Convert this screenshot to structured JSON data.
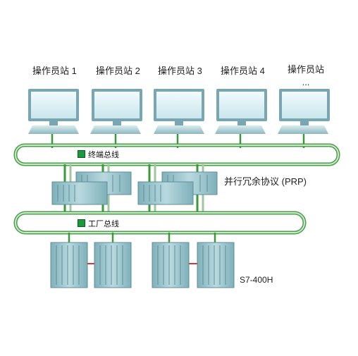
{
  "workstations": [
    {
      "label": "操作员站 1"
    },
    {
      "label": "操作员站 2"
    },
    {
      "label": "操作员站 3"
    },
    {
      "label": "操作员站 4"
    },
    {
      "label": "操作员站\n..."
    }
  ],
  "terminal_bus": {
    "label": "终端总线",
    "color": "#3a9a3a"
  },
  "plant_bus": {
    "label": "工厂总线",
    "color": "#3a9a3a"
  },
  "prp": {
    "label": "并行冗余协议 (PRP)"
  },
  "controllers": {
    "label": "S7-400H",
    "sync_link_color": "#d23a3a"
  },
  "colors": {
    "bus_green": "#4aa04a",
    "bus_light": "#cfe6cf",
    "device_teal": "#9fc7cf",
    "device_dark": "#5e8f99",
    "monitor_frame": "#7aa6b1",
    "monitor_screen": "#d7eef2"
  }
}
